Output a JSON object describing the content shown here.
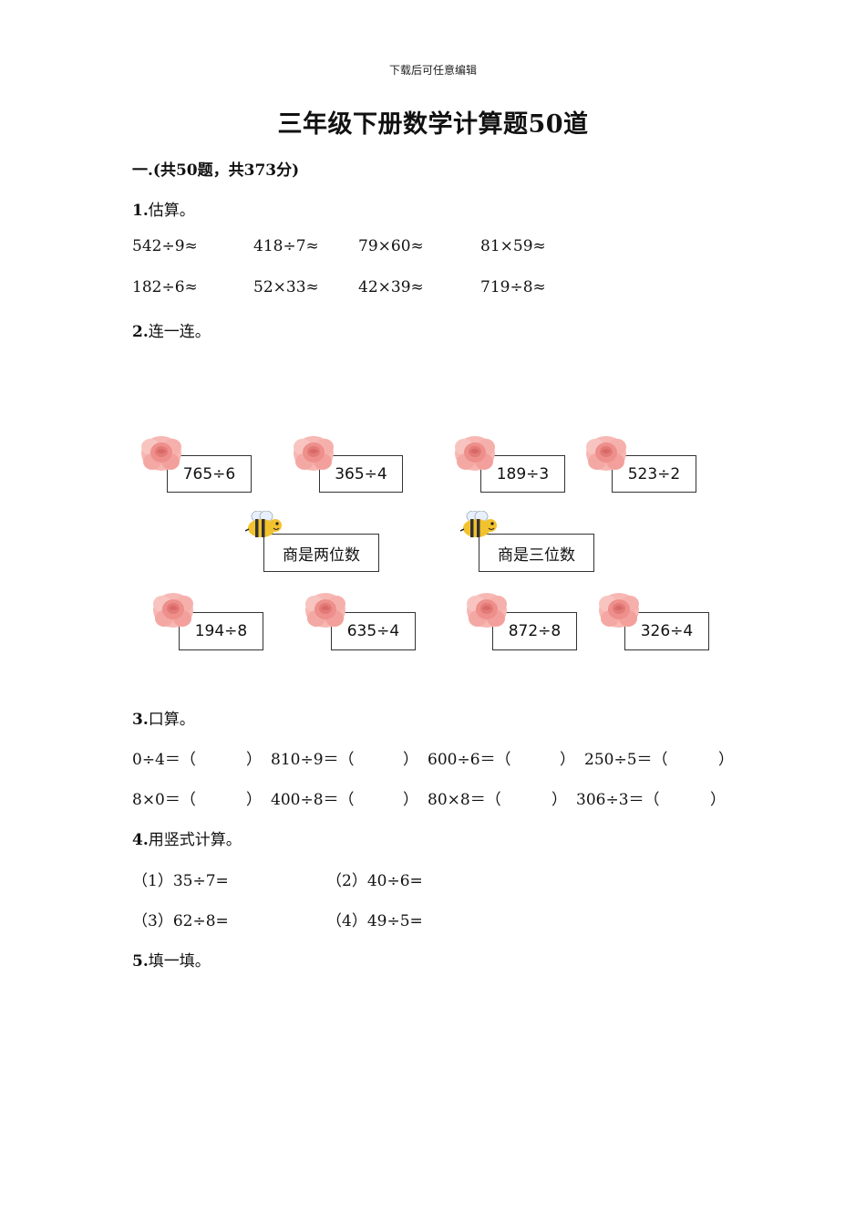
{
  "header_note": "下载后可任意编辑",
  "title": "三年级下册数学计算题50道",
  "section": "一.(共50题，共373分)",
  "q1": {
    "number": "1.",
    "label": "估算。",
    "items": [
      "542÷9≈",
      "418÷7≈",
      "79×60≈",
      "81×59≈",
      "182÷6≈",
      "52×33≈",
      "42×39≈",
      "719÷8≈"
    ]
  },
  "q2": {
    "number": "2.",
    "label": "连一连。",
    "top_boxes": [
      "765÷6",
      "365÷4",
      "189÷3",
      "523÷2"
    ],
    "middle_boxes": [
      "商是两位数",
      "商是三位数"
    ],
    "bottom_boxes": [
      "194÷8",
      "635÷4",
      "872÷8",
      "326÷4"
    ],
    "icons": {
      "flower": "rose-flower-icon",
      "bee": "bee-icon"
    },
    "colors": {
      "flower": "#f4a0a0",
      "bee": "#f2c22e",
      "box_border": "#333333"
    }
  },
  "q3": {
    "number": "3.",
    "label": "口算。",
    "row1": [
      "0÷4＝（",
      "）",
      "810÷9＝（",
      "）",
      "600÷6＝（",
      "）",
      "250÷5＝（",
      "）"
    ],
    "row2": [
      "8×0＝（",
      "）",
      "400÷8＝（",
      "）",
      "80×8＝（",
      "）",
      "306÷3＝（",
      "）"
    ]
  },
  "q4": {
    "number": "4.",
    "label": "用竖式计算。",
    "items": [
      "（1）35÷7=",
      "（2）40÷6=",
      "（3）62÷8=",
      "（4）49÷5="
    ]
  },
  "q5": {
    "number": "5.",
    "label": "填一填。"
  }
}
